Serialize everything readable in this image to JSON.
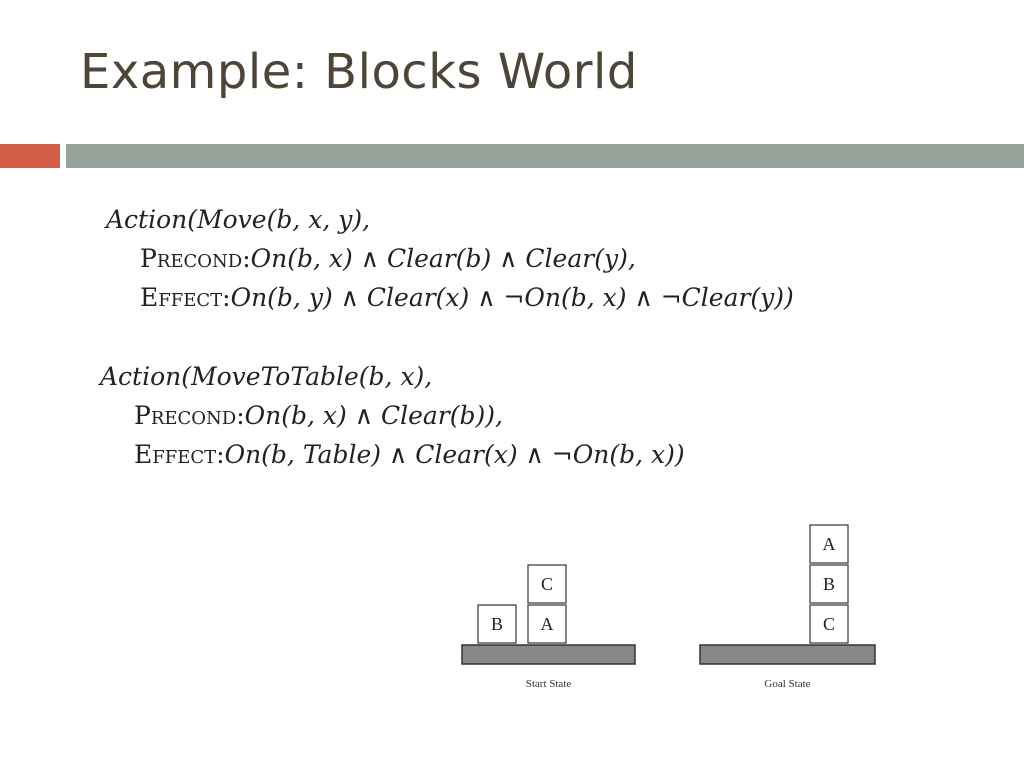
{
  "slide": {
    "title": "Example: Blocks World"
  },
  "actions": [
    {
      "signature": "Action(Move(b, x, y),",
      "precond_label": "Precond:",
      "precond": "On(b, x) ∧ Clear(b) ∧ Clear(y),",
      "effect_label": "Effect:",
      "effect": "On(b, y) ∧ Clear(x) ∧ ¬On(b, x) ∧ ¬Clear(y))"
    },
    {
      "signature": "Action(MoveToTable(b, x),",
      "precond_label": "Precond:",
      "precond": "On(b, x) ∧ Clear(b)),",
      "effect_label": "Effect:",
      "effect": "On(b, Table) ∧ Clear(x) ∧ ¬On(b, x))"
    }
  ],
  "diagram": {
    "start_state": {
      "label": "Start State",
      "stacks": [
        [
          "B"
        ],
        [
          "A",
          "C"
        ]
      ]
    },
    "goal_state": {
      "label": "Goal State",
      "stacks": [
        [
          "C",
          "B",
          "A"
        ]
      ]
    },
    "colors": {
      "table_fill": "#888888",
      "block_stroke": "#333333"
    }
  }
}
